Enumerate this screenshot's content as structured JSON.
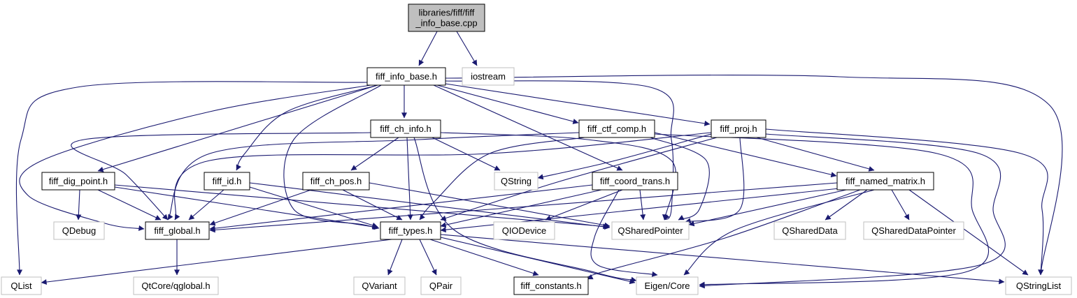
{
  "colors": {
    "edge": "#191970",
    "root_fill": "#bfbfbf",
    "root_border": "#000000",
    "documented_fill": "#ffffff",
    "documented_border": "#000000",
    "external_fill": "#ffffff",
    "external_border": "#bfbfbf"
  },
  "nodes": [
    {
      "id": "root",
      "kind": "root",
      "lines": [
        "libraries/fiff/fiff",
        "_info_base.cpp"
      ]
    },
    {
      "id": "fiff_info_base_h",
      "kind": "documented",
      "lines": [
        "fiff_info_base.h"
      ]
    },
    {
      "id": "iostream",
      "kind": "external",
      "lines": [
        "iostream"
      ]
    },
    {
      "id": "fiff_ch_info_h",
      "kind": "documented",
      "lines": [
        "fiff_ch_info.h"
      ]
    },
    {
      "id": "fiff_ctf_comp_h",
      "kind": "documented",
      "lines": [
        "fiff_ctf_comp.h"
      ]
    },
    {
      "id": "fiff_proj_h",
      "kind": "documented",
      "lines": [
        "fiff_proj.h"
      ]
    },
    {
      "id": "fiff_dig_point_h",
      "kind": "documented",
      "lines": [
        "fiff_dig_point.h"
      ]
    },
    {
      "id": "fiff_id_h",
      "kind": "documented",
      "lines": [
        "fiff_id.h"
      ]
    },
    {
      "id": "fiff_ch_pos_h",
      "kind": "documented",
      "lines": [
        "fiff_ch_pos.h"
      ]
    },
    {
      "id": "QString",
      "kind": "external",
      "lines": [
        "QString"
      ]
    },
    {
      "id": "fiff_coord_trans_h",
      "kind": "documented",
      "lines": [
        "fiff_coord_trans.h"
      ]
    },
    {
      "id": "fiff_named_matrix_h",
      "kind": "documented",
      "lines": [
        "fiff_named_matrix.h"
      ]
    },
    {
      "id": "QDebug",
      "kind": "external",
      "lines": [
        "QDebug"
      ]
    },
    {
      "id": "fiff_global_h",
      "kind": "documented",
      "lines": [
        "fiff_global.h"
      ]
    },
    {
      "id": "fiff_types_h",
      "kind": "documented",
      "lines": [
        "fiff_types.h"
      ]
    },
    {
      "id": "QIODevice",
      "kind": "external",
      "lines": [
        "QIODevice"
      ]
    },
    {
      "id": "QSharedPointer",
      "kind": "external",
      "lines": [
        "QSharedPointer"
      ]
    },
    {
      "id": "QSharedData",
      "kind": "external",
      "lines": [
        "QSharedData"
      ]
    },
    {
      "id": "QSharedDataPointer",
      "kind": "external",
      "lines": [
        "QSharedDataPointer"
      ]
    },
    {
      "id": "QList",
      "kind": "external",
      "lines": [
        "QList"
      ]
    },
    {
      "id": "QtCore_qglobal_h",
      "kind": "external",
      "lines": [
        "QtCore/qglobal.h"
      ]
    },
    {
      "id": "QVariant",
      "kind": "external",
      "lines": [
        "QVariant"
      ]
    },
    {
      "id": "QPair",
      "kind": "external",
      "lines": [
        "QPair"
      ]
    },
    {
      "id": "fiff_constants_h",
      "kind": "documented",
      "lines": [
        "fiff_constants.h"
      ]
    },
    {
      "id": "Eigen_Core",
      "kind": "external",
      "lines": [
        "Eigen/Core"
      ]
    },
    {
      "id": "QStringList",
      "kind": "external",
      "lines": [
        "QStringList"
      ]
    }
  ],
  "edges": [
    {
      "from": "root",
      "to": "fiff_info_base_h"
    },
    {
      "from": "root",
      "to": "iostream"
    },
    {
      "from": "fiff_info_base_h",
      "to": "fiff_ch_info_h"
    },
    {
      "from": "fiff_info_base_h",
      "to": "fiff_ctf_comp_h"
    },
    {
      "from": "fiff_info_base_h",
      "to": "fiff_proj_h"
    },
    {
      "from": "fiff_info_base_h",
      "to": "fiff_dig_point_h"
    },
    {
      "from": "fiff_info_base_h",
      "to": "fiff_id_h"
    },
    {
      "from": "fiff_info_base_h",
      "to": "fiff_coord_trans_h"
    },
    {
      "from": "fiff_info_base_h",
      "to": "fiff_global_h"
    },
    {
      "from": "fiff_info_base_h",
      "to": "fiff_types_h"
    },
    {
      "from": "fiff_info_base_h",
      "to": "QSharedPointer"
    },
    {
      "from": "fiff_info_base_h",
      "to": "QList"
    },
    {
      "from": "fiff_info_base_h",
      "to": "QStringList"
    },
    {
      "from": "fiff_ch_info_h",
      "to": "fiff_ch_pos_h"
    },
    {
      "from": "fiff_ch_info_h",
      "to": "QString"
    },
    {
      "from": "fiff_ch_info_h",
      "to": "fiff_global_h"
    },
    {
      "from": "fiff_ch_info_h",
      "to": "fiff_types_h"
    },
    {
      "from": "fiff_ch_info_h",
      "to": "QSharedPointer"
    },
    {
      "from": "fiff_ch_info_h",
      "to": "Eigen_Core"
    },
    {
      "from": "fiff_ctf_comp_h",
      "to": "fiff_named_matrix_h"
    },
    {
      "from": "fiff_ctf_comp_h",
      "to": "fiff_global_h"
    },
    {
      "from": "fiff_ctf_comp_h",
      "to": "fiff_types_h"
    },
    {
      "from": "fiff_ctf_comp_h",
      "to": "QSharedPointer"
    },
    {
      "from": "fiff_ctf_comp_h",
      "to": "Eigen_Core"
    },
    {
      "from": "fiff_proj_h",
      "to": "fiff_named_matrix_h"
    },
    {
      "from": "fiff_proj_h",
      "to": "QString"
    },
    {
      "from": "fiff_proj_h",
      "to": "fiff_global_h"
    },
    {
      "from": "fiff_proj_h",
      "to": "fiff_types_h"
    },
    {
      "from": "fiff_proj_h",
      "to": "QSharedPointer"
    },
    {
      "from": "fiff_proj_h",
      "to": "Eigen_Core"
    },
    {
      "from": "fiff_proj_h",
      "to": "QStringList"
    },
    {
      "from": "fiff_dig_point_h",
      "to": "QDebug"
    },
    {
      "from": "fiff_dig_point_h",
      "to": "fiff_global_h"
    },
    {
      "from": "fiff_dig_point_h",
      "to": "fiff_types_h"
    },
    {
      "from": "fiff_dig_point_h",
      "to": "QSharedPointer"
    },
    {
      "from": "fiff_id_h",
      "to": "fiff_global_h"
    },
    {
      "from": "fiff_id_h",
      "to": "fiff_types_h"
    },
    {
      "from": "fiff_id_h",
      "to": "QSharedPointer"
    },
    {
      "from": "fiff_ch_pos_h",
      "to": "fiff_global_h"
    },
    {
      "from": "fiff_ch_pos_h",
      "to": "fiff_types_h"
    },
    {
      "from": "fiff_ch_pos_h",
      "to": "QSharedPointer"
    },
    {
      "from": "fiff_coord_trans_h",
      "to": "fiff_global_h"
    },
    {
      "from": "fiff_coord_trans_h",
      "to": "fiff_types_h"
    },
    {
      "from": "fiff_coord_trans_h",
      "to": "QIODevice"
    },
    {
      "from": "fiff_coord_trans_h",
      "to": "QSharedPointer"
    },
    {
      "from": "fiff_coord_trans_h",
      "to": "Eigen_Core"
    },
    {
      "from": "fiff_named_matrix_h",
      "to": "fiff_global_h"
    },
    {
      "from": "fiff_named_matrix_h",
      "to": "fiff_types_h"
    },
    {
      "from": "fiff_named_matrix_h",
      "to": "QSharedPointer"
    },
    {
      "from": "fiff_named_matrix_h",
      "to": "QSharedData"
    },
    {
      "from": "fiff_named_matrix_h",
      "to": "QSharedDataPointer"
    },
    {
      "from": "fiff_named_matrix_h",
      "to": "fiff_constants_h"
    },
    {
      "from": "fiff_named_matrix_h",
      "to": "Eigen_Core"
    },
    {
      "from": "fiff_named_matrix_h",
      "to": "QStringList"
    },
    {
      "from": "fiff_global_h",
      "to": "QtCore_qglobal_h"
    },
    {
      "from": "fiff_types_h",
      "to": "QList"
    },
    {
      "from": "fiff_types_h",
      "to": "QVariant"
    },
    {
      "from": "fiff_types_h",
      "to": "QPair"
    },
    {
      "from": "fiff_types_h",
      "to": "fiff_constants_h"
    },
    {
      "from": "fiff_types_h",
      "to": "Eigen_Core"
    },
    {
      "from": "fiff_types_h",
      "to": "QStringList"
    }
  ]
}
